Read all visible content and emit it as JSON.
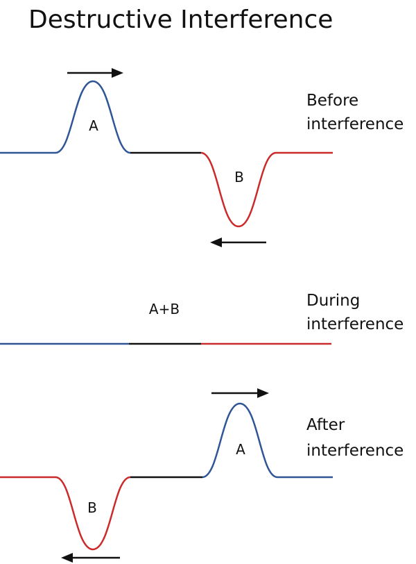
{
  "title": "Destructive Interference",
  "colors": {
    "pulse_a": "#2f5596",
    "pulse_b": "#cc2a2a",
    "baseline": "#111111",
    "text": "#111111"
  },
  "stages": {
    "before": {
      "caption_line1": "Before",
      "caption_line2": "interference",
      "pulse_a": {
        "label": "A",
        "direction": "right"
      },
      "pulse_b": {
        "label": "B",
        "direction": "left"
      }
    },
    "during": {
      "caption_line1": "During",
      "caption_line2": "interference",
      "combined_label": "A+B"
    },
    "after": {
      "caption_line1": "After",
      "caption_line2": "interference",
      "pulse_a": {
        "label": "A",
        "direction": "right"
      },
      "pulse_b": {
        "label": "B",
        "direction": "left"
      }
    }
  }
}
